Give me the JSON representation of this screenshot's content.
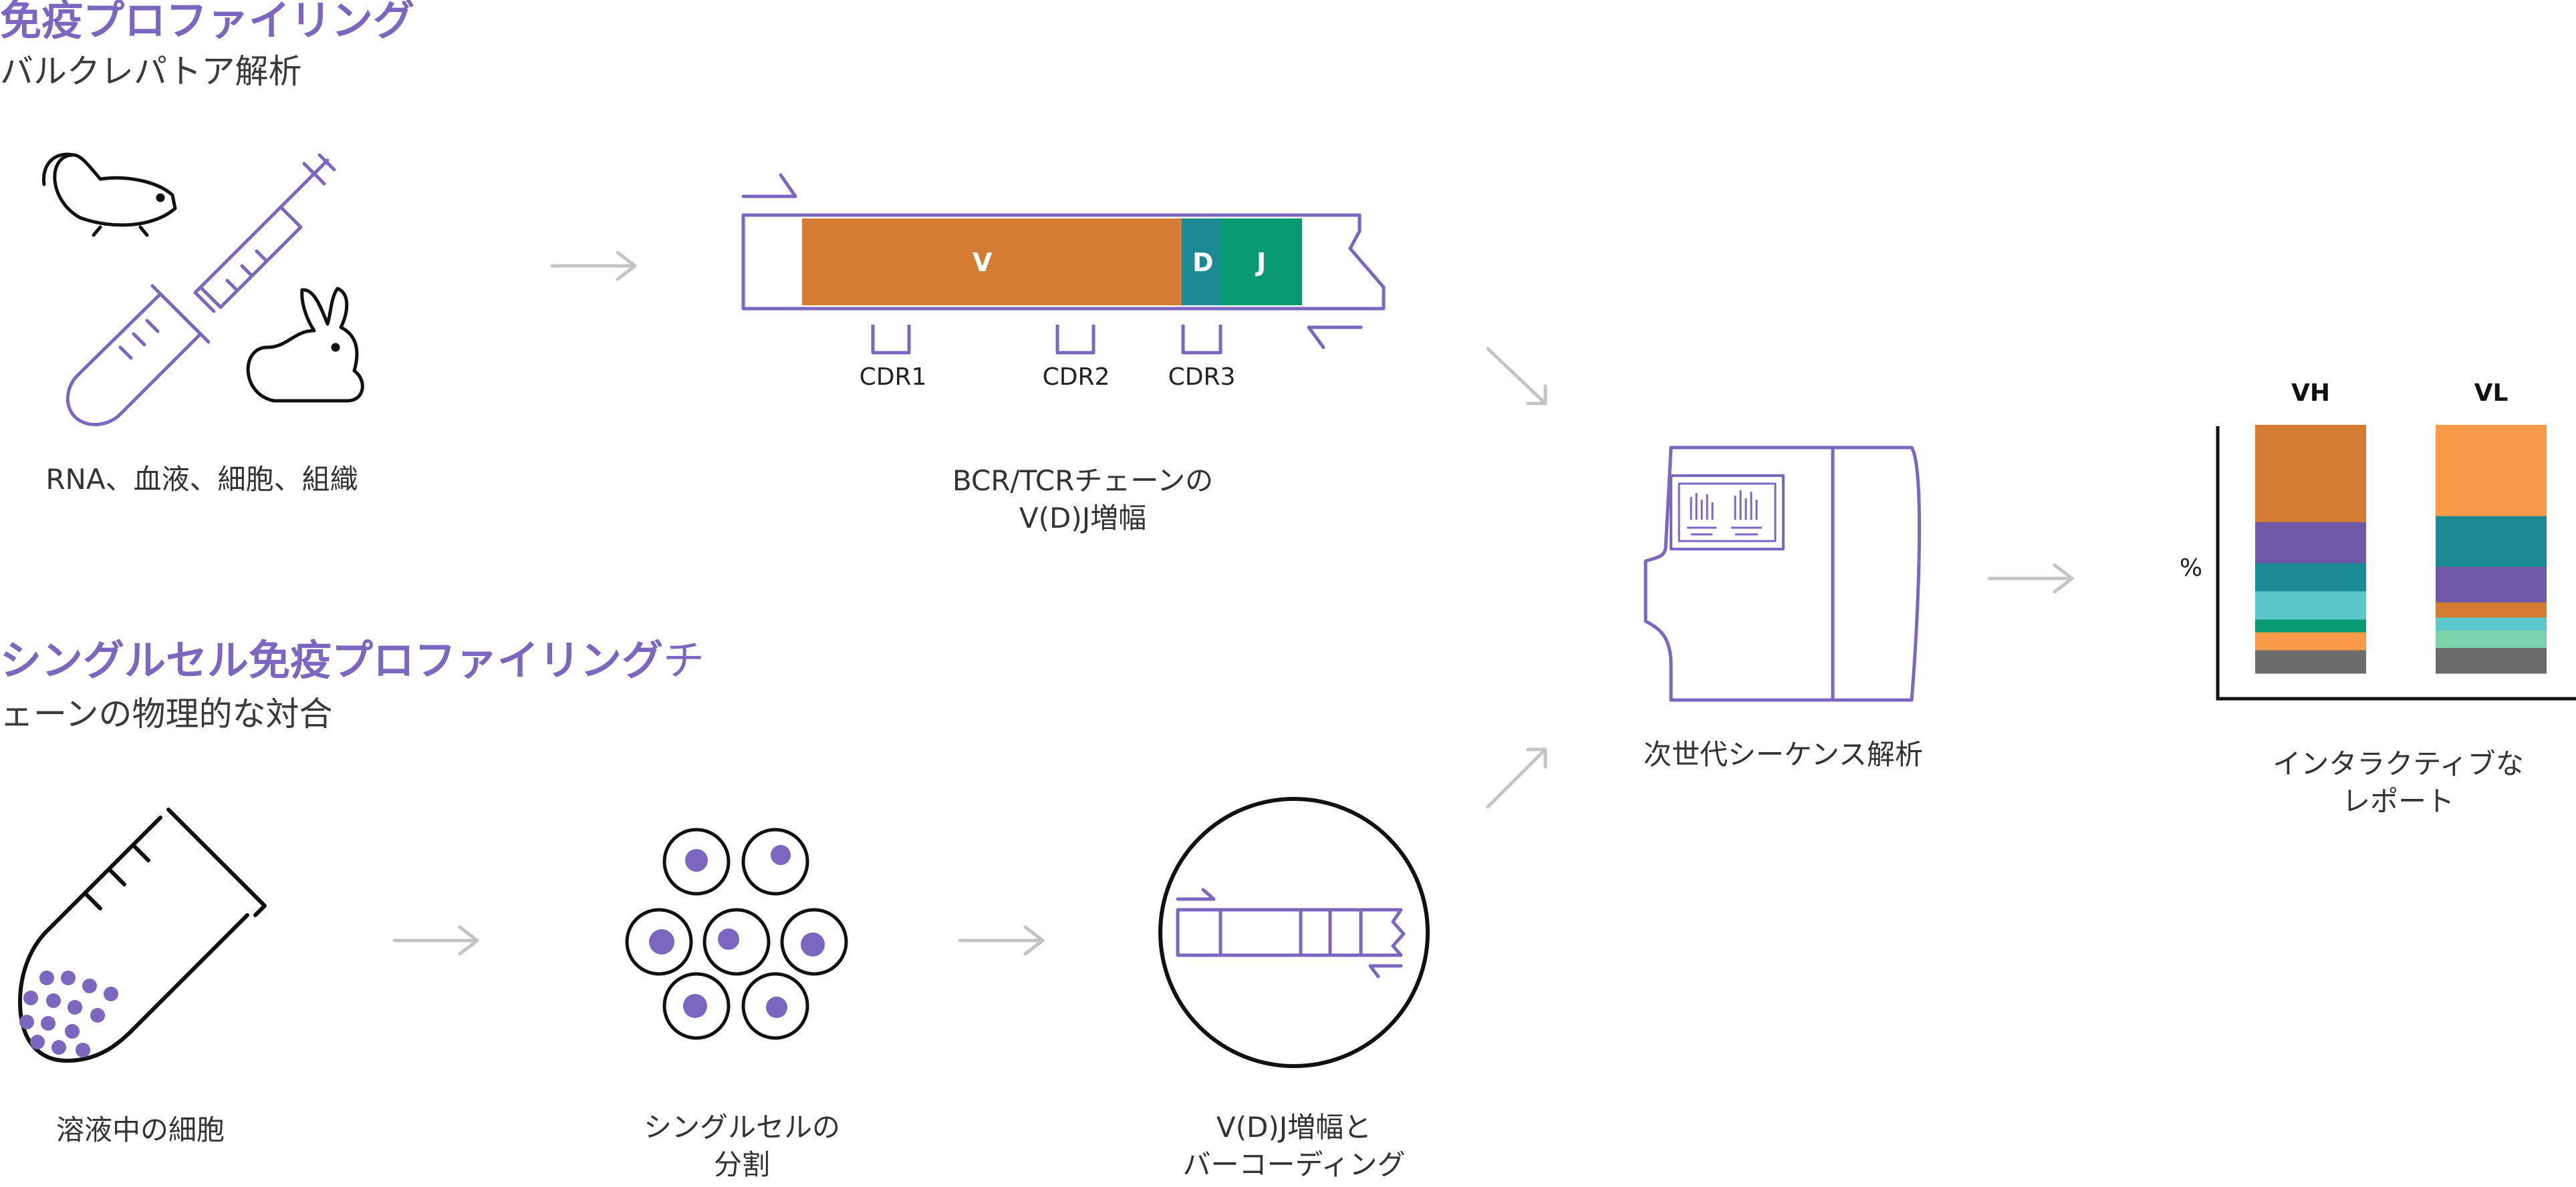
{
  "sections": {
    "bulk": {
      "title": "免疫プロファイリング",
      "subtitle": "バルクレパトア解析"
    },
    "single": {
      "title": "シングルセル免疫プロファイリング",
      "title_tail": "チ",
      "subtitle": "ェーンの物理的な対合"
    }
  },
  "steps": {
    "samples": "RNA、血液、細胞、組織",
    "vdj_line1": "BCR/TCRチェーンの",
    "vdj_line2": "V(D)J増幅",
    "ngs": "次世代シーケンス解析",
    "report_line1": "インタラクティブな",
    "report_line2": "レポート",
    "cells": "溶液中の細胞",
    "partition_line1": "シングルセルの",
    "partition_line2": "分割",
    "barcode_line1": "V(D)J増幅と",
    "barcode_line2": "バーコーディング"
  },
  "construct": {
    "v": "V",
    "d": "D",
    "j": "J",
    "cdr1": "CDR1",
    "cdr2": "CDR2",
    "cdr3": "CDR3"
  },
  "colors": {
    "accent": "#7b67c0",
    "v_segment": "#d47c34",
    "d_segment": "#1b8a94",
    "j_segment": "#0a9a72",
    "arrow": "#c4c4c4"
  },
  "chart_data": {
    "type": "bar",
    "stacked": true,
    "ylabel": "%",
    "categories": [
      "VH",
      "VL"
    ],
    "series": [
      {
        "color": "#d47c34",
        "values": [
          38,
          0
        ]
      },
      {
        "color": "#fa9a46",
        "values": [
          0,
          36
        ]
      },
      {
        "color": "#1b8a94",
        "values": [
          0,
          20
        ]
      },
      {
        "color": "#6f58a8",
        "values": [
          16,
          14
        ]
      },
      {
        "color": "#1b8a94",
        "values": [
          11,
          0
        ]
      },
      {
        "color": "#5bc7cc",
        "values": [
          11,
          0
        ]
      },
      {
        "color": "#d47c34",
        "values": [
          0,
          6
        ]
      },
      {
        "color": "#5bc7cc",
        "values": [
          0,
          5
        ]
      },
      {
        "color": "#0a9a72",
        "values": [
          5,
          0
        ]
      },
      {
        "color": "#fa9a46",
        "values": [
          7,
          0
        ]
      },
      {
        "color": "#7dd3ab",
        "values": [
          0,
          7
        ]
      },
      {
        "color": "#6b6b6b",
        "values": [
          9,
          10
        ]
      }
    ]
  }
}
